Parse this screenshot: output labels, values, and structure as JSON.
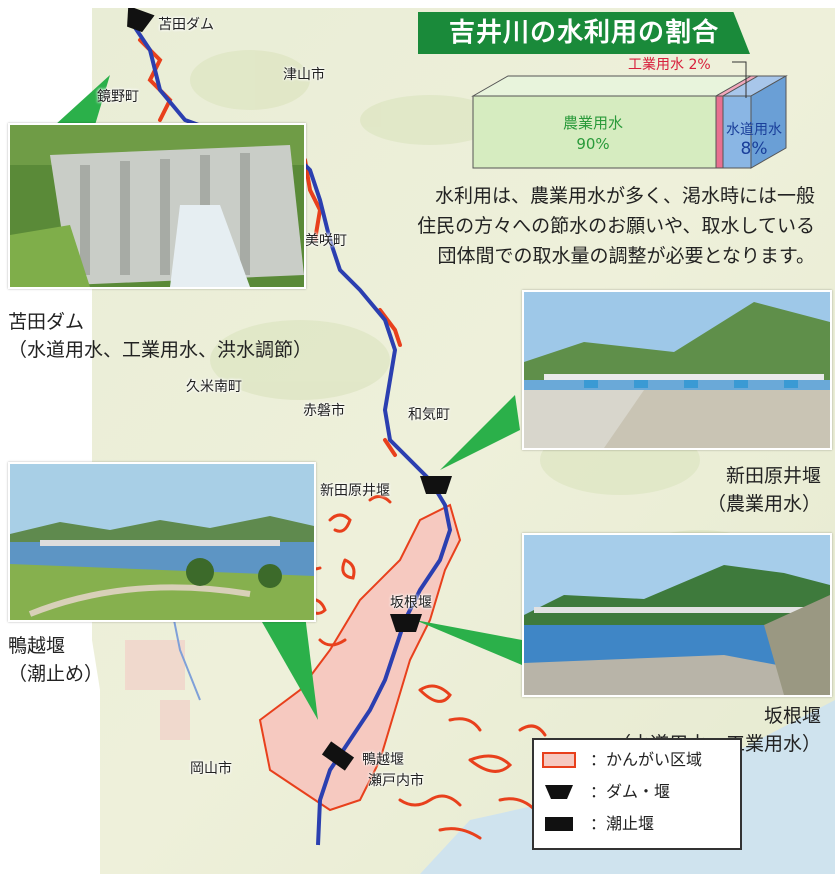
{
  "title": "吉井川の水利用の割合",
  "share_chart": {
    "agriculture_label": "農業用水",
    "agriculture_value": "90%",
    "water_supply_label": "水道用水",
    "water_supply_value": "8%",
    "industrial_label": "工業用水",
    "industrial_value": "2%",
    "colors": {
      "agriculture": "#d6ecc0",
      "water_supply": "#6a9fd6",
      "industrial": "#e87090"
    }
  },
  "description": [
    "水利用は、農業用水が多く、渇水時には一般",
    "住民の方々への節水のお願いや、取水している",
    "団体間での取水量の調整が必要となります。"
  ],
  "places": {
    "tomata_dam_marker": "苫田ダム",
    "tsuyama": "津山市",
    "kagamino": "鏡野町",
    "misaki": "美咲町",
    "kumenan": "久米南町",
    "akaiwa": "赤磐市",
    "wake": "和気町",
    "shintabara_marker": "新田原井堰",
    "sakane_marker": "坂根堰",
    "kamogoshi_marker": "鴨越堰",
    "okayama": "岡山市",
    "setouchi": "瀬戸内市"
  },
  "captions": {
    "tomata": {
      "name": "苫田ダム",
      "use": "（水道用水、工業用水、洪水調節）"
    },
    "shintabara": {
      "name": "新田原井堰",
      "use": "（農業用水）"
    },
    "kamogoshi": {
      "name": "鴨越堰",
      "use": "（潮止め）"
    },
    "sakane": {
      "name": "坂根堰",
      "use": "（水道用水、工業用水）"
    }
  },
  "legend": [
    {
      "icon": "irrigation-area-icon",
      "label": "：かんがい区域"
    },
    {
      "icon": "dam-weir-icon",
      "label": "：ダム・堰"
    },
    {
      "icon": "tide-weir-icon",
      "label": "：潮止堰"
    }
  ],
  "colors": {
    "banner": "#1a8a3a",
    "river": "#2b3fb0",
    "irrigation": "#e8401c",
    "callout": "#2bb04a"
  }
}
